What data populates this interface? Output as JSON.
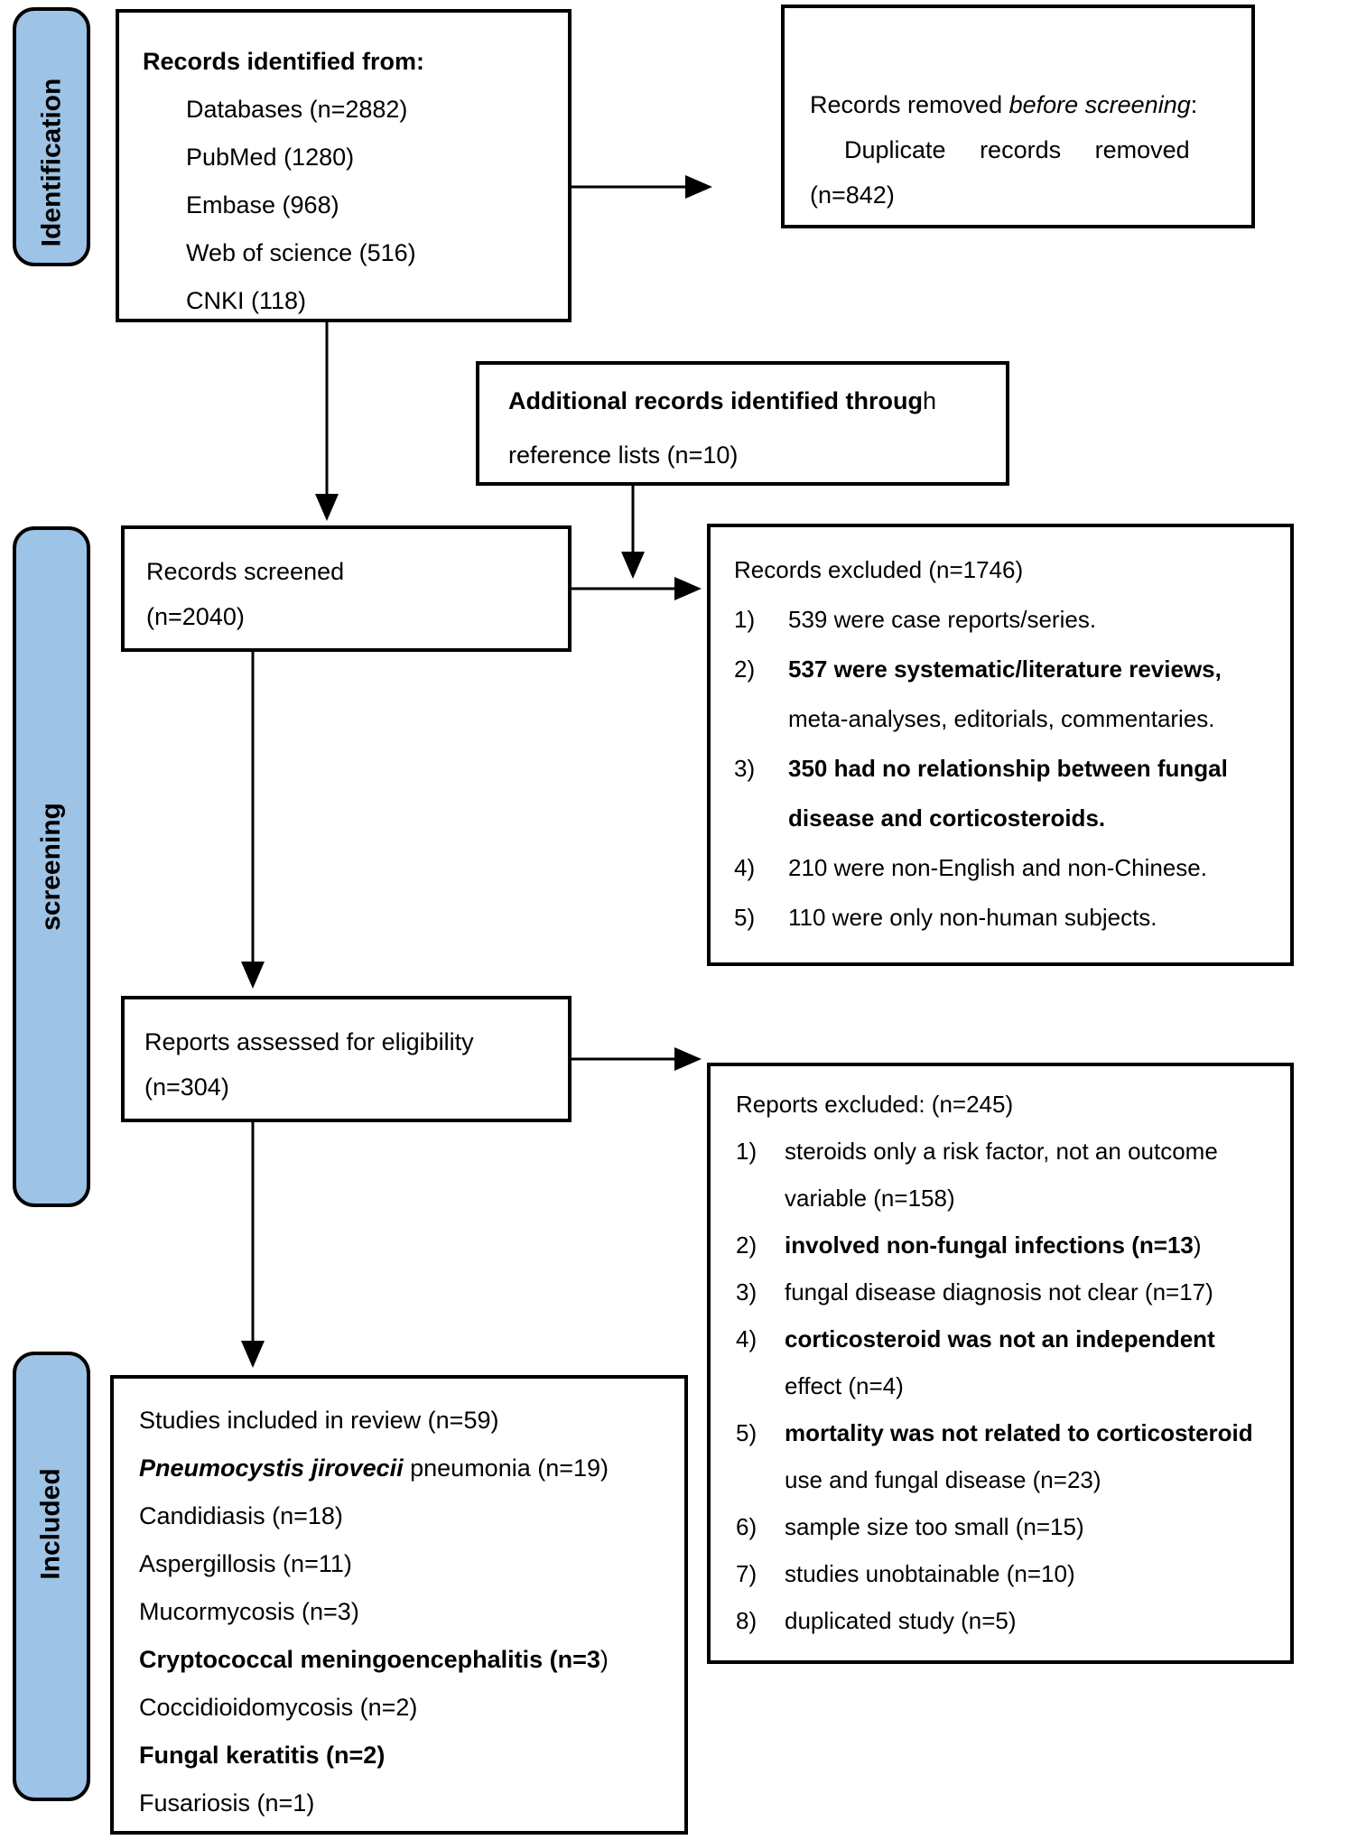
{
  "diagram_title": "PRISMA flow diagram of study selection",
  "colors": {
    "bar_fill": "#9dc3e6",
    "border": "#000000",
    "box_bg": "#ffffff",
    "text": "#000000"
  },
  "sidebar": {
    "identification": "Identification",
    "screening": "screening",
    "included": "Included"
  },
  "boxes": {
    "identified": {
      "title": "Records identified from:",
      "items": [
        "Databases (n=2882)",
        "PubMed (1280)",
        "Embase (968)",
        "Web of science (516)",
        "CNKI (118)"
      ]
    },
    "removed_before_screening": {
      "line1": [
        {
          "t": "Records removed "
        },
        {
          "t": "before screening",
          "i": 1
        },
        {
          "t": ":"
        }
      ],
      "line2": "Duplicate records removed",
      "line3": "(n=842)"
    },
    "additional_records": {
      "line1": [
        {
          "t": "Additional records identified throug",
          "b": 1
        },
        {
          "t": "h"
        }
      ],
      "line2": [
        {
          "t": "reference lists (n=10)"
        }
      ]
    },
    "records_screened": {
      "line1": "Records screened",
      "line2": "(n=2040)"
    },
    "records_excluded": {
      "title": "Records excluded (n=1746)",
      "items": [
        {
          "n": "1)",
          "lines": [
            [
              {
                "t": "539 were case reports/series."
              }
            ]
          ]
        },
        {
          "n": "2)",
          "lines": [
            [
              {
                "t": "537 were systematic/literature reviews,",
                "b": 1
              }
            ],
            [
              {
                "t": "meta-analyses, editorials, commentaries."
              }
            ]
          ]
        },
        {
          "n": "3)",
          "lines": [
            [
              {
                "t": "350 had no relationship between fungal",
                "b": 1
              }
            ],
            [
              {
                "t": "disease and corticosteroids.",
                "b": 1
              }
            ]
          ]
        },
        {
          "n": "4)",
          "lines": [
            [
              {
                "t": "210 were non-English and non-Chinese."
              }
            ]
          ]
        },
        {
          "n": "5)",
          "lines": [
            [
              {
                "t": "110 were only non-human subjects."
              }
            ]
          ]
        }
      ]
    },
    "reports_assessed": {
      "line1": "Reports assessed for eligibility",
      "line2": "(n=304)"
    },
    "reports_excluded": {
      "title": "Reports excluded: (n=245)",
      "items": [
        {
          "n": "1)",
          "lines": [
            [
              {
                "t": "steroids only a risk factor, not an outcome"
              }
            ],
            [
              {
                "t": "variable (n=158)"
              }
            ]
          ]
        },
        {
          "n": "2)",
          "lines": [
            [
              {
                "t": "involved non-fungal infections (n=13",
                "b": 1
              },
              {
                "t": ")"
              }
            ]
          ]
        },
        {
          "n": "3)",
          "lines": [
            [
              {
                "t": "fungal disease diagnosis not clear (n=17)"
              }
            ]
          ]
        },
        {
          "n": "4)",
          "lines": [
            [
              {
                "t": "corticosteroid was not an independent",
                "b": 1
              }
            ],
            [
              {
                "t": "effect (n=4)"
              }
            ]
          ]
        },
        {
          "n": "5)",
          "lines": [
            [
              {
                "t": "mortality was not related to corticosteroid",
                "b": 1
              }
            ],
            [
              {
                "t": "use and fungal disease (n=23)"
              }
            ]
          ]
        },
        {
          "n": "6)",
          "lines": [
            [
              {
                "t": "sample size too small (n=15)"
              }
            ]
          ]
        },
        {
          "n": "7)",
          "lines": [
            [
              {
                "t": "studies unobtainable (n=10)"
              }
            ]
          ]
        },
        {
          "n": "8)",
          "lines": [
            [
              {
                "t": "duplicated study (n=5)"
              }
            ]
          ]
        }
      ]
    },
    "studies_included": {
      "lines": [
        [
          {
            "t": "Studies included in review (n=59)"
          }
        ],
        [
          {
            "t": "Pneumocystis jirovecii",
            "b": 1,
            "i": 1
          },
          {
            "t": " pneumonia (n=19)"
          }
        ],
        [
          {
            "t": "Candidiasis (n=18)"
          }
        ],
        [
          {
            "t": "Aspergillosis (n=11)"
          }
        ],
        [
          {
            "t": "Mucormycosis (n=3)"
          }
        ],
        [
          {
            "t": "Cryptococcal meningoencephalitis (n=3",
            "b": 1
          },
          {
            "t": ")"
          }
        ],
        [
          {
            "t": "Coccidioidomycosis (n=2)"
          }
        ],
        [
          {
            "t": "Fungal keratitis (n=2)",
            "b": 1
          }
        ],
        [
          {
            "t": "Fusariosis (n=1)"
          }
        ]
      ]
    }
  }
}
